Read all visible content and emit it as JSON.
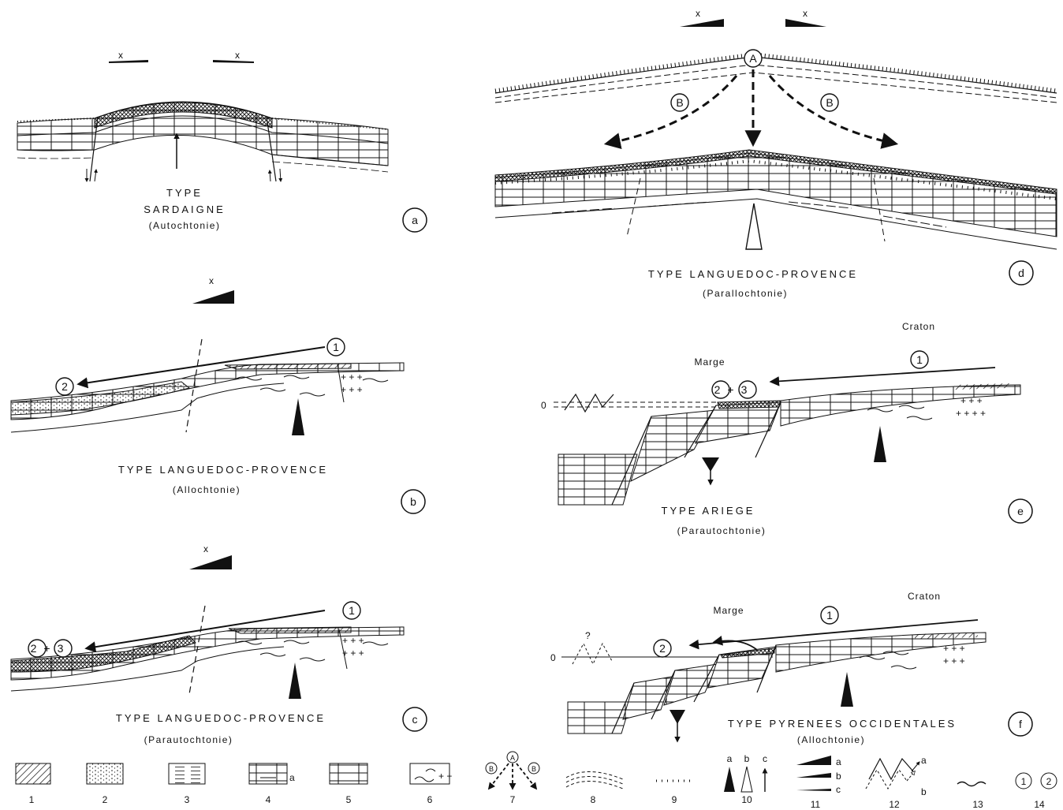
{
  "panels": {
    "a": {
      "letter": "a",
      "title_line1": "TYPE",
      "title_line2": "SARDAIGNE",
      "subtitle": "(Autochtonie)"
    },
    "b": {
      "letter": "b",
      "title": "TYPE LANGUEDOC-PROVENCE",
      "subtitle": "(Allochtonie)",
      "marker1": "1",
      "marker2": "2"
    },
    "c": {
      "letter": "c",
      "title": "TYPE LANGUEDOC-PROVENCE",
      "subtitle": "(Parautochtonie)",
      "marker1": "1",
      "marker23": "2+3"
    },
    "d": {
      "letter": "d",
      "title": "TYPE LANGUEDOC-PROVENCE",
      "subtitle": "(Parallochtonie)",
      "markerA": "A",
      "markerB": "B"
    },
    "e": {
      "letter": "e",
      "title": "TYPE ARIEGE",
      "subtitle": "(Parautochtonie)",
      "marge": "Marge",
      "craton": "Craton",
      "marker1": "1",
      "marker23": "2+3",
      "zero": "0"
    },
    "f": {
      "letter": "f",
      "title": "TYPE PYRENEES OCCIDENTALES",
      "subtitle": "(Allochtonie)",
      "marge": "Marge",
      "craton": "Craton",
      "marker1": "1",
      "marker2": "2",
      "zero": "0",
      "question": "?"
    }
  },
  "scale_mark": "x",
  "legend": {
    "numbers": [
      "1",
      "2",
      "3",
      "4",
      "5",
      "6",
      "7",
      "8",
      "9",
      "10",
      "11",
      "12",
      "13",
      "14"
    ],
    "item4_suffix": "a",
    "item7_letters": {
      "a": "A",
      "b": "B"
    },
    "item10_letters": [
      "a",
      "b",
      "c"
    ],
    "item11_letters": [
      "a",
      "b",
      "c"
    ],
    "item12_letters": [
      "a",
      "b"
    ],
    "item14_circles": [
      "1",
      "2"
    ]
  }
}
